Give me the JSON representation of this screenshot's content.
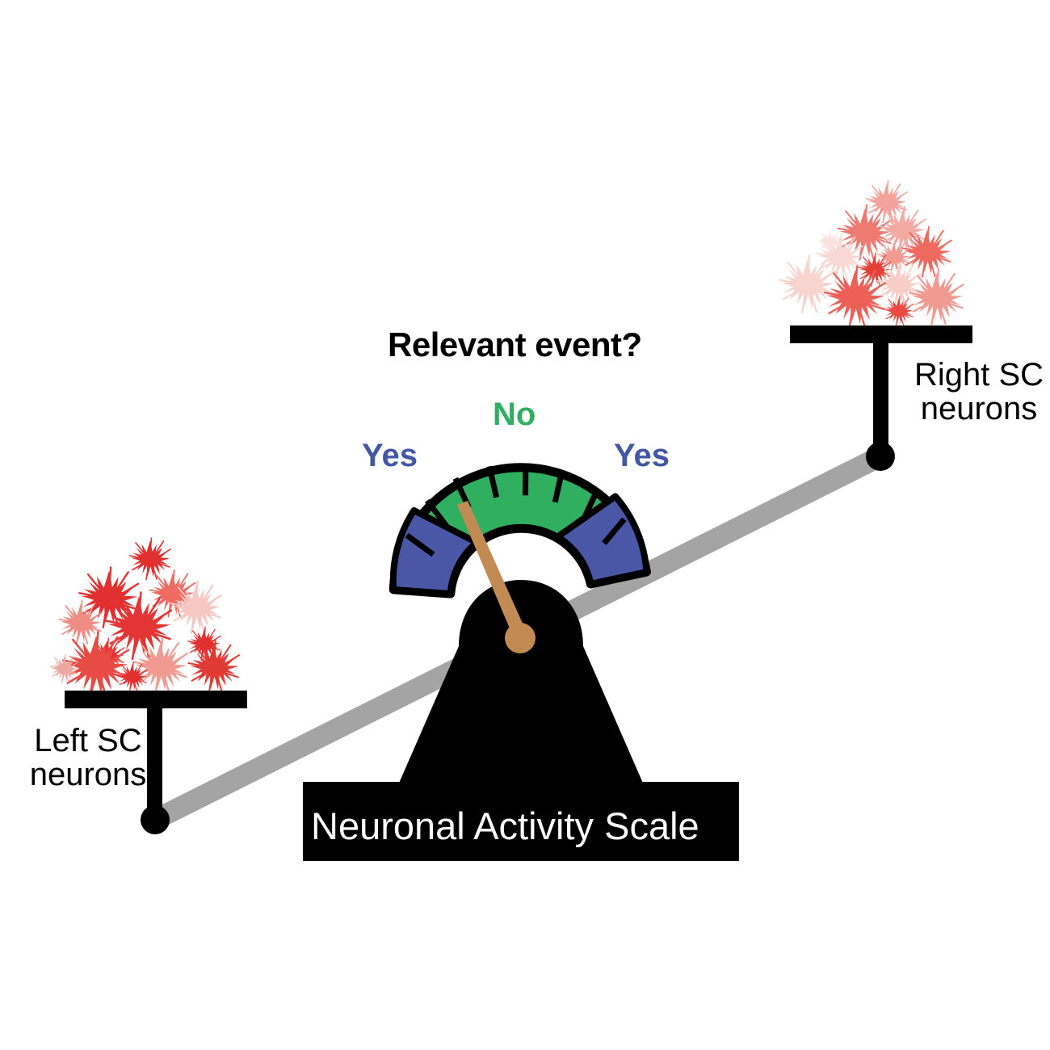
{
  "title": "Relevant event?",
  "base": {
    "label": "Neuronal Activity Scale"
  },
  "pans": {
    "left": {
      "label": "Left SC neurons",
      "line1": "Left SC",
      "line2": "neurons",
      "tilt": "down",
      "neuron_count": 13,
      "activity": "high"
    },
    "right": {
      "label": "Right SC neurons",
      "line1": "Right SC",
      "line2": "neurons",
      "tilt": "up",
      "neuron_count": 13,
      "activity": "low"
    }
  },
  "gauge": {
    "center_label": "No",
    "left_label": "Yes",
    "right_label": "Yes",
    "tick_count": 8,
    "needle_angle_deg": -62,
    "needle_zone": "Yes",
    "zones": [
      {
        "name": "Yes",
        "side": "left",
        "color": "#4a56a6"
      },
      {
        "name": "No",
        "side": "center",
        "color": "#2faf5f"
      },
      {
        "name": "Yes",
        "side": "right",
        "color": "#4a56a6"
      }
    ]
  },
  "colors": {
    "background": "#ffffff",
    "structure_black": "#000000",
    "beam_gray": "#a4a4a4",
    "needle_tan": "#c28b53",
    "gauge_green": "#2faf5f",
    "gauge_blue": "#4a56a6",
    "yes_text_blue": "#4258a4",
    "no_text_green": "#2faf5f",
    "neuron_red_strong": "#e22f2f",
    "neuron_red_mid": "#ef6a62",
    "neuron_red_pale": "#f6c7c3"
  },
  "chart_data": {
    "type": "diagram",
    "title": "Relevant event?",
    "description": "Balance-scale metaphor weighing left versus right superior colliculus neuronal activity, with a gauge reading Yes/No/Yes.",
    "elements": [
      {
        "name": "left-pan",
        "label": "Left SC neurons",
        "state": "down",
        "weight": "heavier"
      },
      {
        "name": "right-pan",
        "label": "Right SC neurons",
        "state": "up",
        "weight": "lighter"
      },
      {
        "name": "gauge-needle",
        "points_to": "Yes",
        "angle_deg": -62
      },
      {
        "name": "fulcrum-base",
        "label": "Neuronal Activity Scale"
      }
    ]
  }
}
